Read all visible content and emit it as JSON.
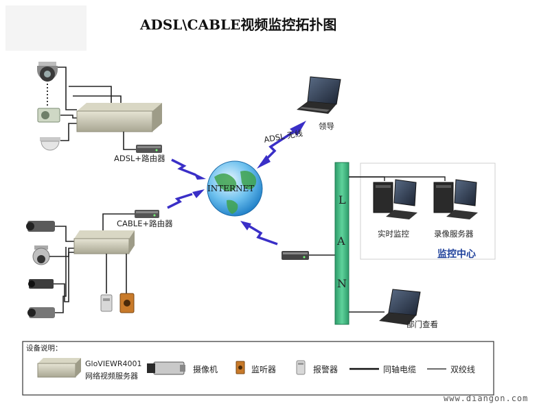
{
  "title": "ADSL\\CABLE视频监控拓扑图",
  "internet_label": "INTERNET",
  "lan_letters": [
    "L",
    "A",
    "N"
  ],
  "labels": {
    "adsl_router": "ADSL+路由器",
    "cable_router": "CABLE+路由器",
    "adsl_wireless": "ADSL  无线",
    "leader": "领导",
    "realtime": "实时监控",
    "recording_server": "录像服务器",
    "monitor_center": "监控中心",
    "department_view": "部门查看"
  },
  "legend": {
    "heading": "设备说明：",
    "server_line1": "GloVIEWR4001",
    "server_line2": "网络视频服务器",
    "camera": "摄像机",
    "listener": "监听器",
    "alarm": "报警器",
    "coax": "同轴电缆",
    "twisted": "双绞线"
  },
  "watermark": "www.diangon.com",
  "colors": {
    "lan_bar": "#36b07c",
    "link_arrow": "#3a2fc7",
    "title": "#111111",
    "monitor_center_text": "#1d3f9a"
  }
}
